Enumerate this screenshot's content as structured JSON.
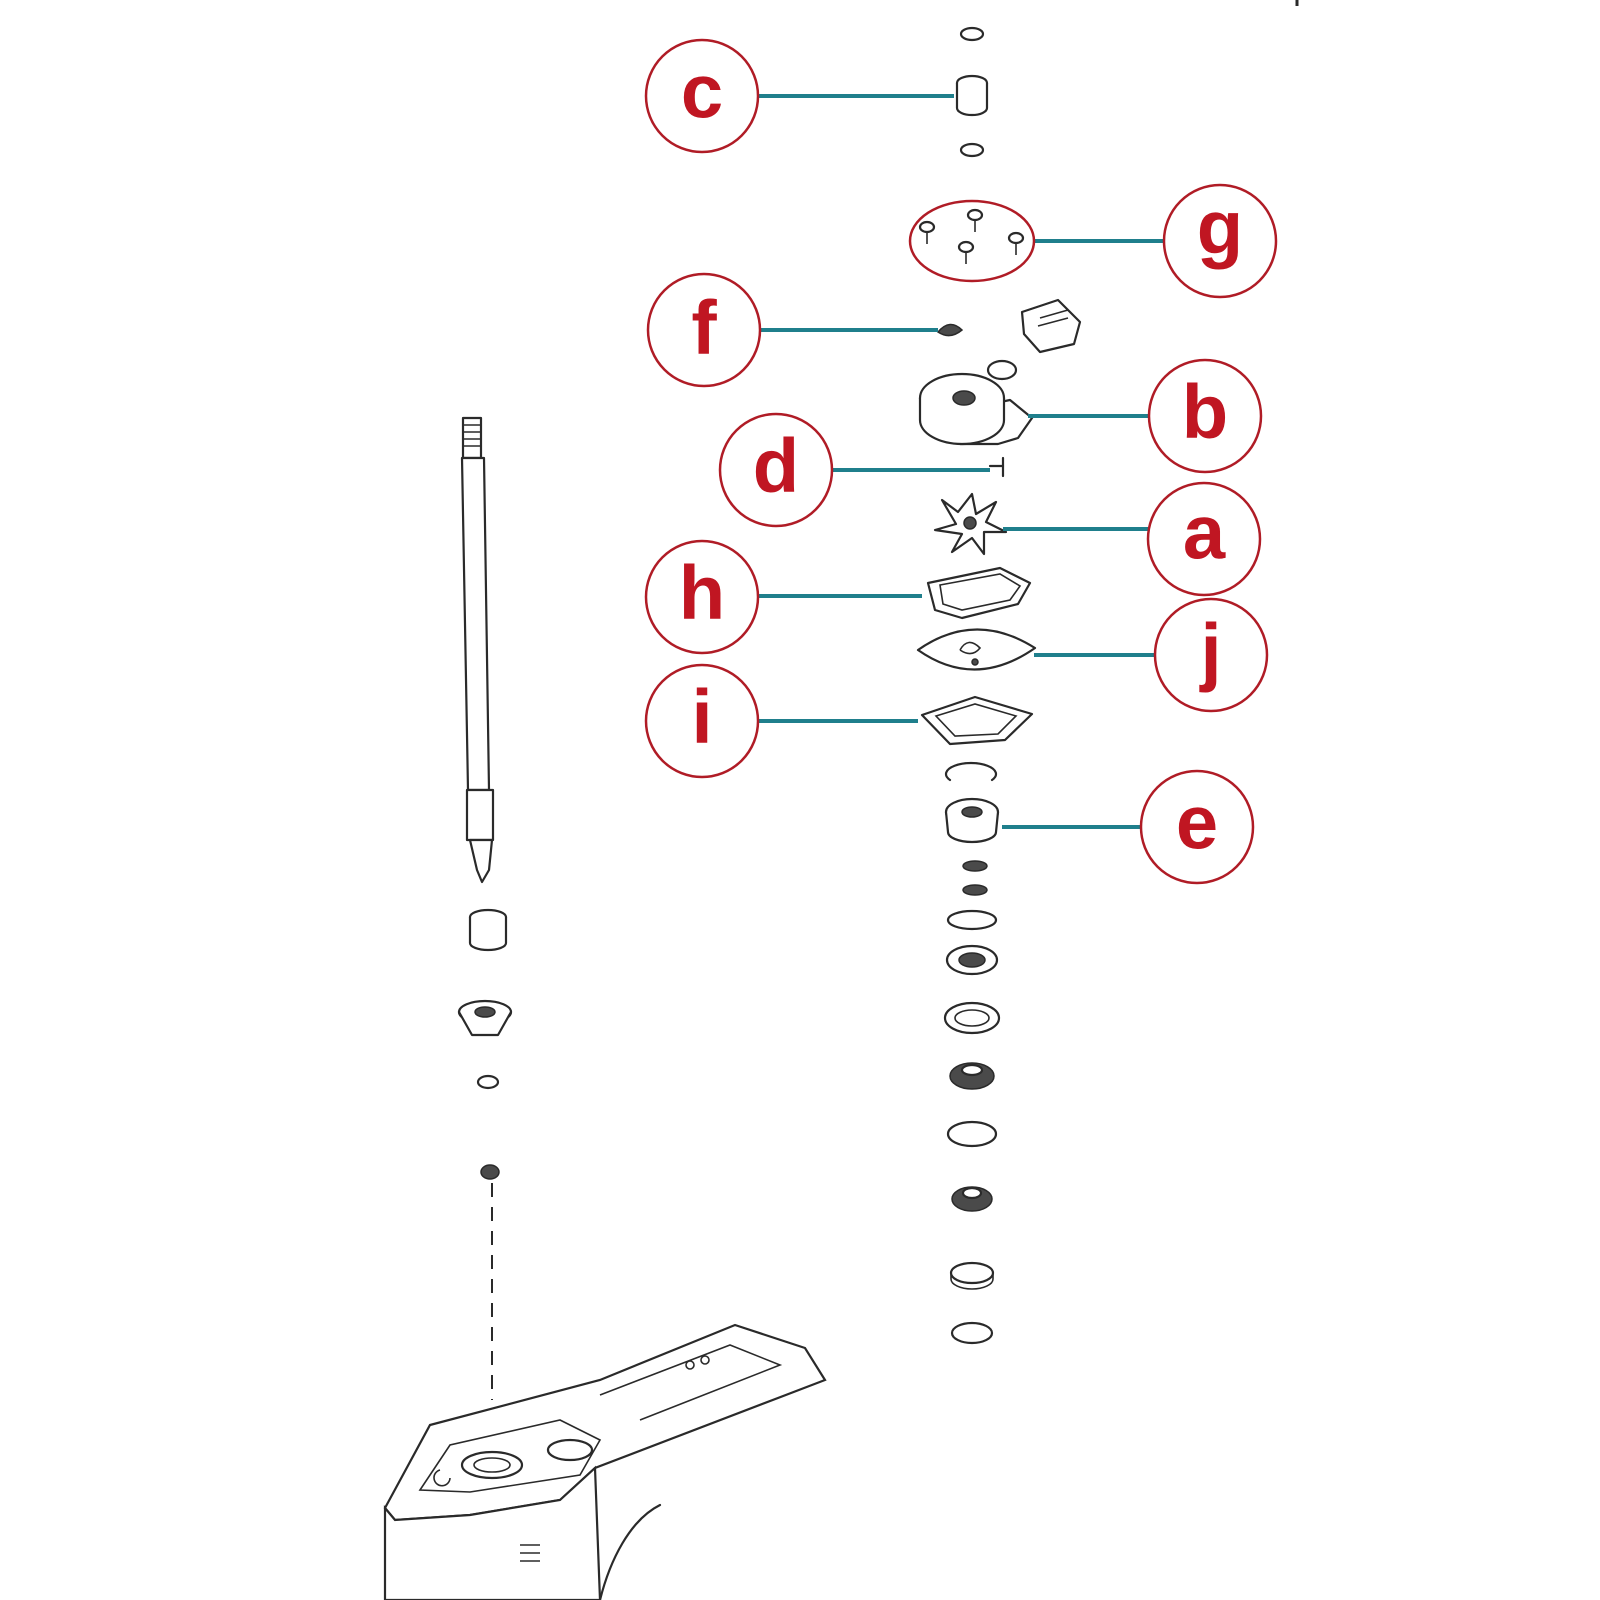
{
  "callouts": [
    {
      "id": "c",
      "label": "c"
    },
    {
      "id": "g",
      "label": "g"
    },
    {
      "id": "f",
      "label": "f"
    },
    {
      "id": "b",
      "label": "b"
    },
    {
      "id": "d",
      "label": "d"
    },
    {
      "id": "a",
      "label": "a"
    },
    {
      "id": "h",
      "label": "h"
    },
    {
      "id": "j",
      "label": "j"
    },
    {
      "id": "i",
      "label": "i"
    },
    {
      "id": "e",
      "label": "e"
    }
  ],
  "colors": {
    "callout_ring": "#b01c26",
    "callout_text": "#c01622",
    "leader_line": "#1f7f8c",
    "line_art": "#2a2a2a"
  }
}
